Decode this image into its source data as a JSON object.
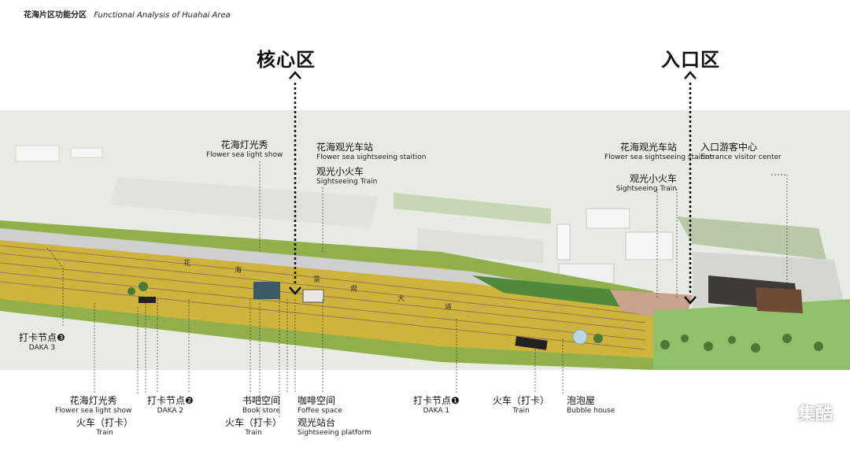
{
  "header": {
    "title_cn": "花海片区功能分区",
    "title_en": "Functional Analysis of Huahai Area"
  },
  "zones": [
    {
      "id": "core",
      "label": "核心区"
    },
    {
      "id": "entrance",
      "label": "入口区"
    }
  ],
  "labels": {
    "flower_show_top": {
      "cn": "花海灯光秀",
      "en": "Flower sea light show"
    },
    "station_top": {
      "cn": "花海观光车站",
      "en": "Flower sea sightseeing staition"
    },
    "train_top": {
      "cn": "观光小火车",
      "en": "Sightseeing Train"
    },
    "station_right": {
      "cn": "花海观光车站",
      "en": "Flower sea sightseeing staition"
    },
    "train_right": {
      "cn": "观光小火车",
      "en": "Sightseeing Train"
    },
    "visitor_center": {
      "cn": "入口游客中心",
      "en": "Entrance visitor center"
    },
    "daka3": {
      "cn": "打卡节点❸",
      "en": "DAKA 3"
    },
    "flower_show_bottom": {
      "cn": "花海灯光秀",
      "en": "Flower sea light show"
    },
    "train_bottom_1": {
      "cn": "火车（打卡）",
      "en": "Train"
    },
    "daka2": {
      "cn": "打卡节点❷",
      "en": "DAKA 2"
    },
    "book_store": {
      "cn": "书吧空间",
      "en": "Book store"
    },
    "train_bottom_2": {
      "cn": "火车（打卡）",
      "en": "Train"
    },
    "coffee": {
      "cn": "咖啡空间",
      "en": "Foffee space"
    },
    "platform": {
      "cn": "观光站台",
      "en": "Sightseeing platform"
    },
    "daka1": {
      "cn": "打卡节点❶",
      "en": "DAKA 1"
    },
    "train_bottom_3": {
      "cn": "火车（打卡）",
      "en": "Train"
    },
    "bubble": {
      "cn": "泡泡屋",
      "en": "Bubble house"
    }
  },
  "road_chars": [
    "花",
    "海",
    "景",
    "观",
    "大",
    "道"
  ],
  "watermark": "集酷",
  "colors": {
    "grass": "#8fb04a",
    "flowers": "#d9b43a",
    "road": "#cfcfcf",
    "rail": "#8b6a55",
    "plaza": "#c9a28e",
    "ground": "#e8ebe4"
  }
}
